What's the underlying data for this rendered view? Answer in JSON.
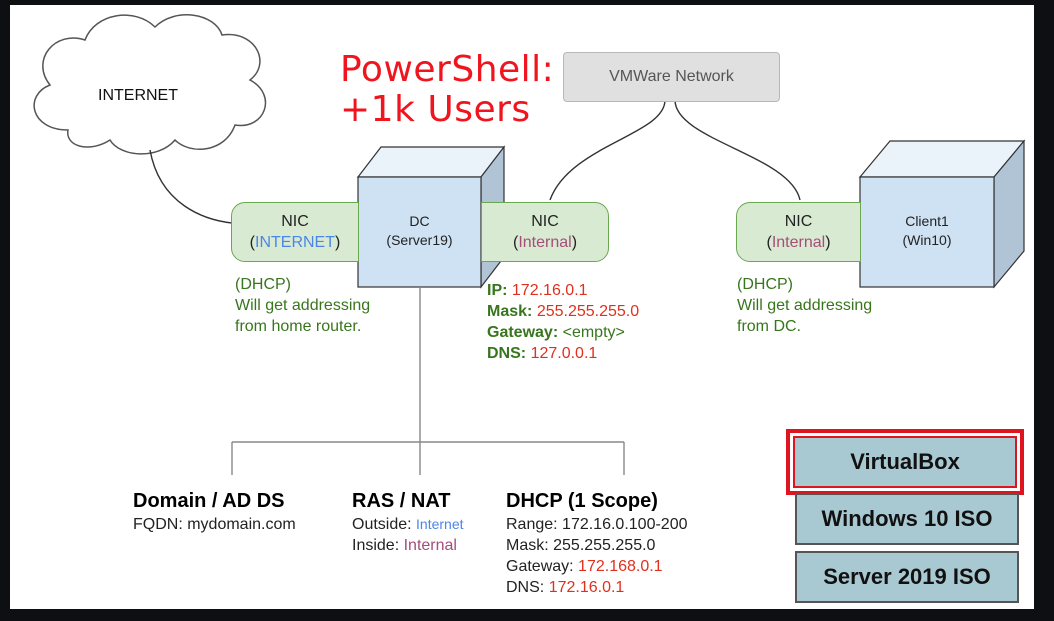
{
  "title": {
    "line1": "PowerShell:",
    "line2": "+1k Users"
  },
  "internet": {
    "label": "INTERNET"
  },
  "vmware_network": {
    "label": "VMWare Network"
  },
  "dc": {
    "name": "DC",
    "os": "(Server19)",
    "nic_internet": {
      "title": "NIC",
      "paren_open": "(",
      "network": "INTERNET",
      "paren_close": ")"
    },
    "nic_internal": {
      "title": "NIC",
      "paren_open": "(",
      "network": "Internal",
      "paren_close": ")"
    },
    "internet_nic_note": [
      "(DHCP)",
      "Will get addressing",
      "from home router."
    ],
    "internal_nic_config": [
      {
        "key": "IP:",
        "value": "172.16.0.1",
        "value_color": "#e0301e"
      },
      {
        "key": "Mask:",
        "value": "255.255.255.0",
        "value_color": "#e0301e"
      },
      {
        "key": "Gateway:",
        "value": "<empty>",
        "value_color": "#38761d"
      },
      {
        "key": "DNS:",
        "value": "127.0.0.1",
        "value_color": "#e0301e"
      }
    ]
  },
  "client": {
    "name": "Client1",
    "os": "(Win10)",
    "nic": {
      "title": "NIC",
      "paren_open": "(",
      "network": "Internal",
      "paren_close": ")"
    },
    "note": [
      "(DHCP)",
      "Will get addressing",
      "from DC."
    ]
  },
  "roles": {
    "ad": {
      "heading": "Domain / AD DS",
      "fqdn": "FQDN: mydomain.com"
    },
    "ras": {
      "heading": "RAS / NAT",
      "outside_label": "Outside:",
      "outside_value": "Internet",
      "inside_label": "Inside:",
      "inside_value": "Internal"
    },
    "dhcp": {
      "heading": "DHCP (1 Scope)",
      "range": "Range: 172.16.0.100-200",
      "mask": "Mask: 255.255.255.0",
      "gateway_label": "Gateway:",
      "gateway_value": "172.168.0.1",
      "dns_label": "DNS:",
      "dns_value": "172.16.0.1"
    }
  },
  "buttons": {
    "virtualbox": "VirtualBox",
    "win10_iso": "Windows 10 ISO",
    "server2019_iso": "Server 2019 ISO"
  },
  "colors": {
    "title_red": "#f0141e",
    "nic_fill": "#d9ead3",
    "server_fill": "#cfe2f3",
    "button_fill": "#a9c9d2",
    "highlight": "#e0141e"
  }
}
